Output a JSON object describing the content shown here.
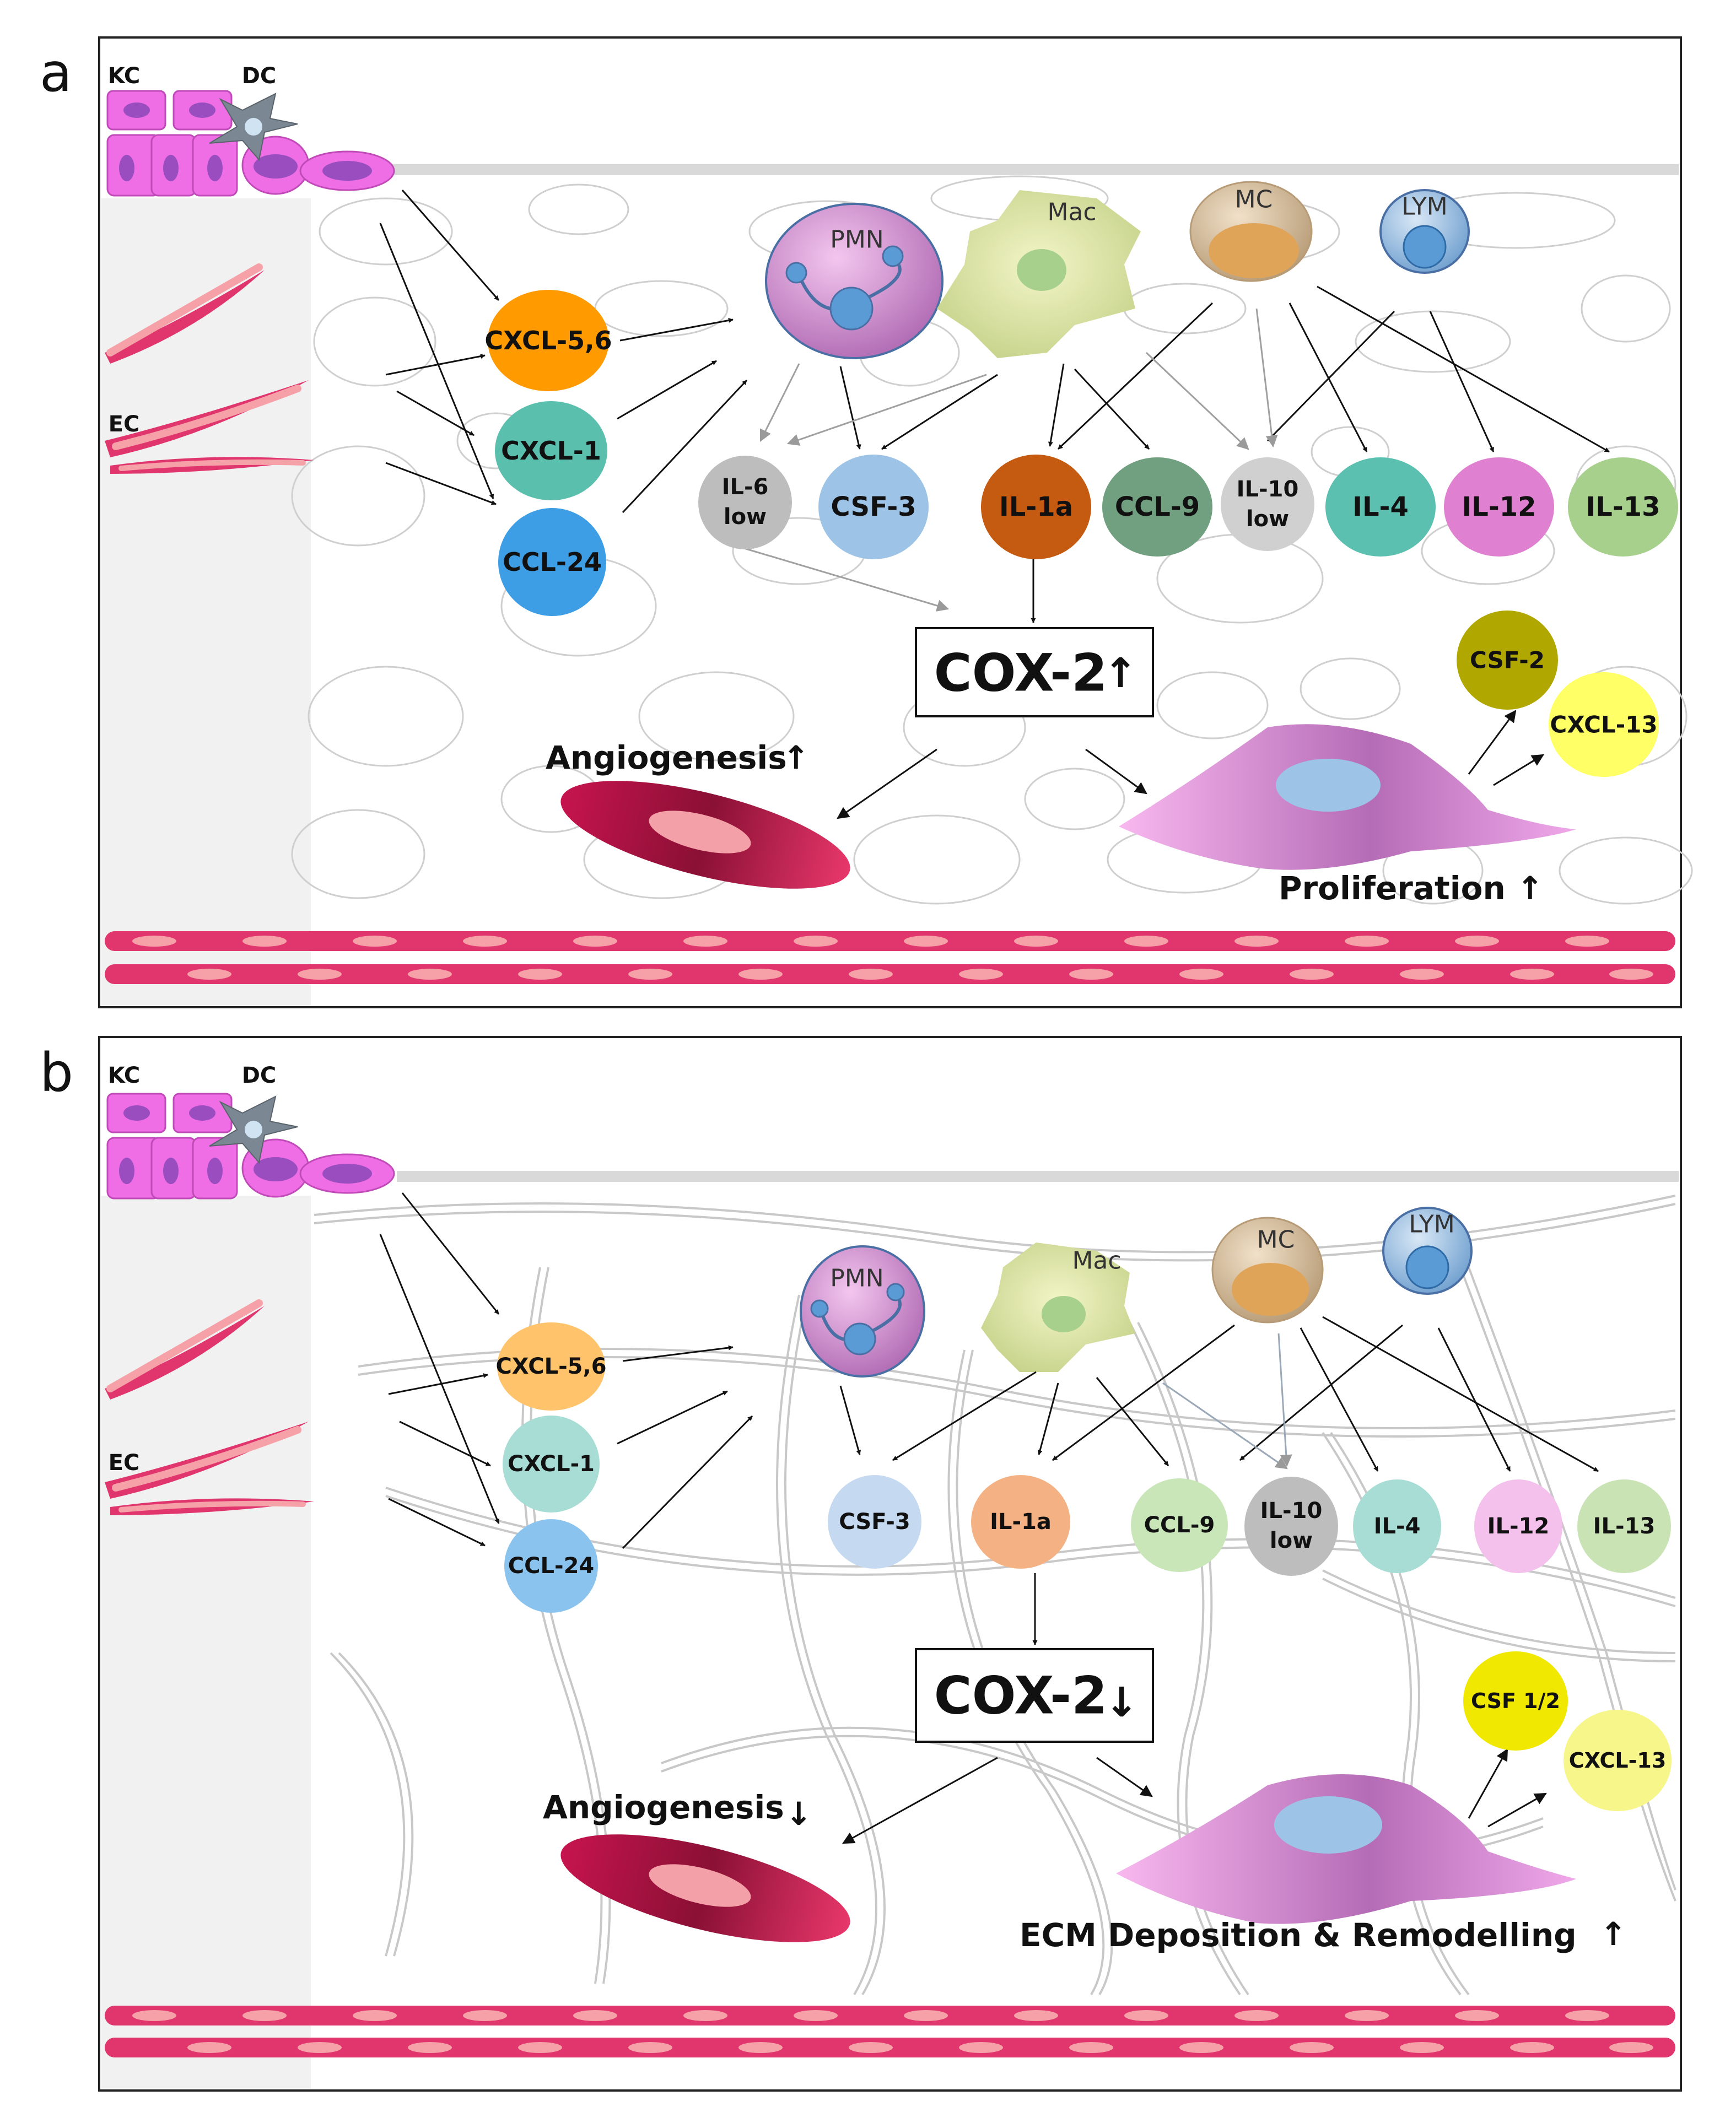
{
  "panels": [
    {
      "letter": "a",
      "cells": {
        "kc": "KC",
        "dc": "DC",
        "ec": "EC",
        "pmn": "PMN",
        "mac": "Mac",
        "mc": "MC",
        "lym": "LYM"
      },
      "chemokines": [
        {
          "id": "cxcl56",
          "label": "CXCL-5,6",
          "color": "#ff9a00"
        },
        {
          "id": "cxcl1",
          "label": "CXCL-1",
          "color": "#5bbfad"
        },
        {
          "id": "ccl24",
          "label": "CCL-24",
          "color": "#3d9ee6"
        }
      ],
      "cytokines": [
        {
          "id": "il6",
          "lines": [
            "IL-6",
            "low"
          ],
          "color": "#bdbdbd"
        },
        {
          "id": "csf3",
          "lines": [
            "CSF-3"
          ],
          "color": "#9dc3e6"
        },
        {
          "id": "il1a",
          "lines": [
            "IL-1a"
          ],
          "color": "#c55a11"
        },
        {
          "id": "ccl9",
          "lines": [
            "CCL-9"
          ],
          "color": "#70a080"
        },
        {
          "id": "il10",
          "lines": [
            "IL-10",
            "low"
          ],
          "color": "#d0d0d0"
        },
        {
          "id": "il4",
          "lines": [
            "IL-4"
          ],
          "color": "#5bc0b0"
        },
        {
          "id": "il12",
          "lines": [
            "IL-12"
          ],
          "color": "#e080d0"
        },
        {
          "id": "il13",
          "lines": [
            "IL-13"
          ],
          "color": "#a8d08d"
        }
      ],
      "cox2": "COX-2",
      "cox2_arrow": "↑",
      "csf": {
        "label": "CSF-2",
        "color": "#b0a800"
      },
      "cxcl13": {
        "label": "CXCL-13",
        "color": "#ffff66"
      },
      "angiogenesis": "Angiogenesis",
      "angiogenesis_arrow": "↑",
      "fibro_outcome": "Proliferation",
      "fibro_arrow": "↑"
    },
    {
      "letter": "b",
      "cells": {
        "kc": "KC",
        "dc": "DC",
        "ec": "EC",
        "pmn": "PMN",
        "mac": "Mac",
        "mc": "MC",
        "lym": "LYM"
      },
      "chemokines": [
        {
          "id": "cxcl56",
          "label": "CXCL-5,6",
          "color": "#ffc46b"
        },
        {
          "id": "cxcl1",
          "label": "CXCL-1",
          "color": "#a8ddd5"
        },
        {
          "id": "ccl24",
          "label": "CCL-24",
          "color": "#8ac4ee"
        }
      ],
      "cytokines": [
        {
          "id": "csf3",
          "lines": [
            "CSF-3"
          ],
          "color": "#c5daf0"
        },
        {
          "id": "il1a",
          "lines": [
            "IL-1a"
          ],
          "color": "#f4b183"
        },
        {
          "id": "ccl9",
          "lines": [
            "CCL-9"
          ],
          "color": "#c8e6b8"
        },
        {
          "id": "il10",
          "lines": [
            "IL-10",
            "low"
          ],
          "color": "#bdbdbd"
        },
        {
          "id": "il4",
          "lines": [
            "IL-4"
          ],
          "color": "#a8ddd5"
        },
        {
          "id": "il12",
          "lines": [
            "IL-12"
          ],
          "color": "#f4c0ec"
        },
        {
          "id": "il13",
          "lines": [
            "IL-13"
          ],
          "color": "#c9e3b5"
        }
      ],
      "cox2": "COX-2",
      "cox2_arrow": "↓",
      "csf": {
        "label": "CSF 1/2",
        "color": "#f0e800"
      },
      "cxcl13": {
        "label": "CXCL-13",
        "color": "#f6f68a"
      },
      "angiogenesis": "Angiogenesis",
      "angiogenesis_arrow": "↓",
      "fibro_outcome": "ECM Deposition & Remodelling",
      "fibro_arrow": "↑"
    }
  ]
}
